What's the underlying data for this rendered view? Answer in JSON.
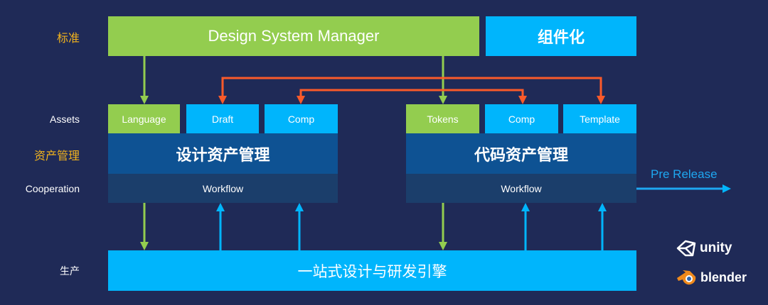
{
  "colors": {
    "background": "#1f2a57",
    "green": "#93cd4f",
    "cyan": "#00b5fc",
    "navy": "#0e5293",
    "dark": "#1b3e6b",
    "orange": "#fb5a2a",
    "label_yellow": "#f2b31d",
    "pre_release": "#1ea7f0"
  },
  "row_labels": {
    "standard": "标准",
    "assets": "Assets",
    "asset_mgmt": "资产管理",
    "cooperation": "Cooperation",
    "production": "生产"
  },
  "top": {
    "dsm": "Design System Manager",
    "componentization": "组件化"
  },
  "design_side": {
    "assets": [
      "Language",
      "Draft",
      "Comp"
    ],
    "title": "设计资产管理",
    "workflow": "Workflow"
  },
  "code_side": {
    "assets": [
      "Tokens",
      "Comp",
      "Template"
    ],
    "title": "代码资产管理",
    "workflow": "Workflow"
  },
  "pre_release": "Pre Release",
  "engine": "一站式设计与研发引擎",
  "logos": {
    "unity": "unity",
    "blender": "blender"
  }
}
